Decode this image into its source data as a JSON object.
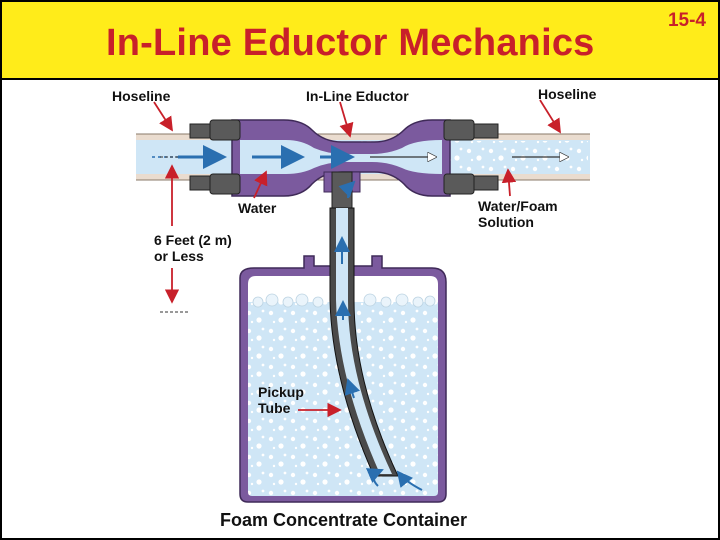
{
  "slide": {
    "title": "In-Line Eductor Mechanics",
    "number": "15-4"
  },
  "labels": {
    "hoseline_left": "Hoseline",
    "eductor": "In-Line Eductor",
    "hoseline_right": "Hoseline",
    "water": "Water",
    "water_foam_line1": "Water/Foam",
    "water_foam_line2": "Solution",
    "height_line1": "6 Feet (2 m)",
    "height_line2": "or Less",
    "pickup_line1": "Pickup",
    "pickup_line2": "Tube",
    "container": "Foam Concentrate Container"
  },
  "colors": {
    "header_bg": "#ffec1a",
    "title": "#c8202a",
    "eductor_body": "#7b5a9e",
    "water": "#cfe6f6",
    "arrow_blue": "#2a6fb0",
    "pointer_red": "#c8202a"
  }
}
